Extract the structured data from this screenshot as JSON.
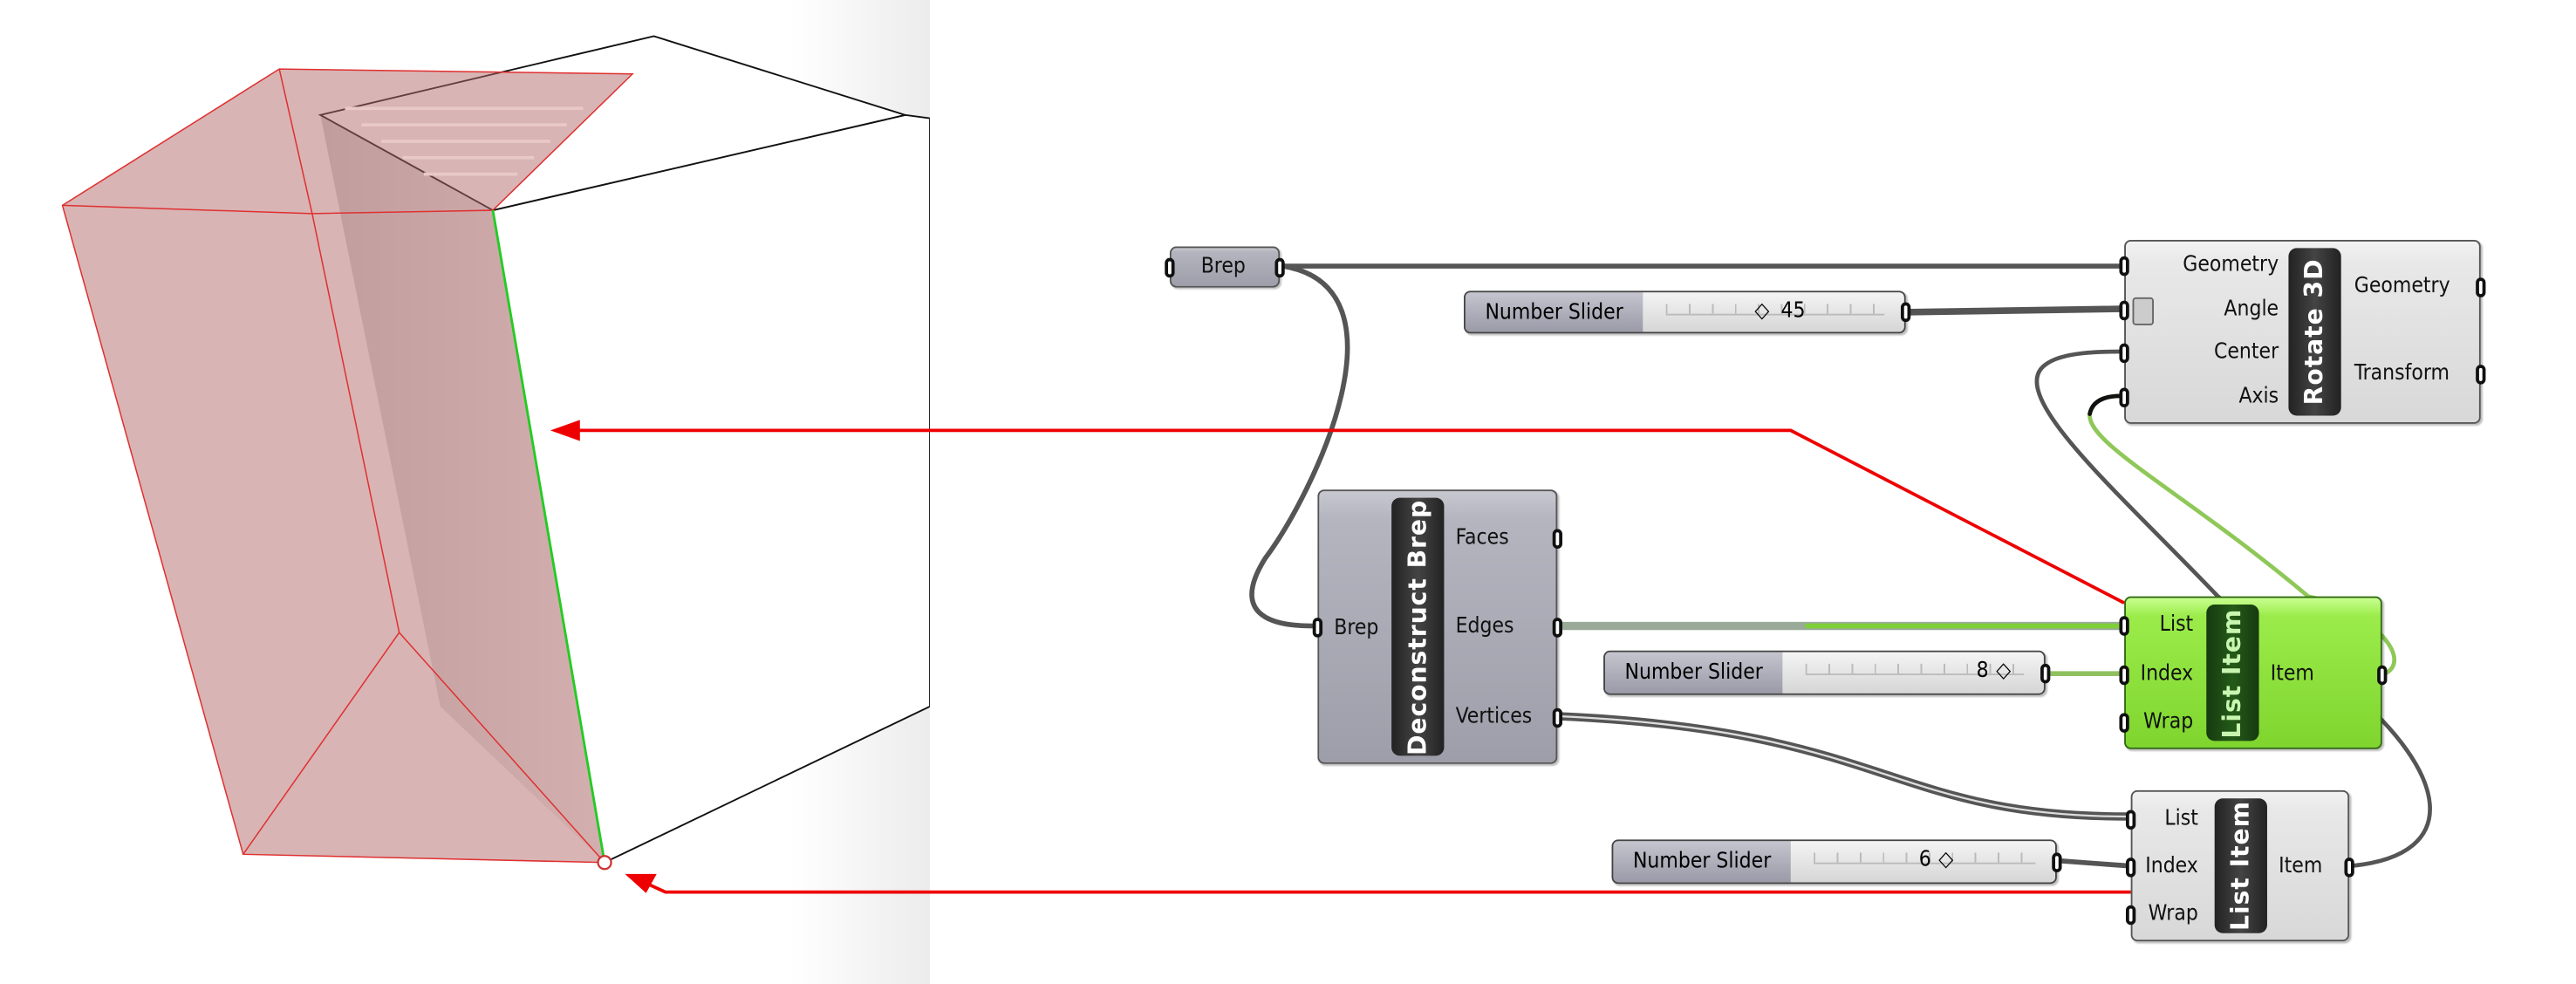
{
  "viewport": {
    "highlight_edge_color": "#22cc22",
    "rotated_box_color": "#b46a6a"
  },
  "canvas": {
    "brep_param": {
      "label": "Brep"
    },
    "slider_angle": {
      "label": "Number Slider",
      "value": "45",
      "fraction": 0.45
    },
    "rotate3d": {
      "title": "Rotate 3D",
      "inputs": [
        "Geometry",
        "Angle",
        "Center",
        "Axis"
      ],
      "outputs": [
        "Geometry",
        "Transform"
      ]
    },
    "deconstruct_brep": {
      "title": "Deconstruct Brep",
      "inputs": [
        "Brep"
      ],
      "outputs": [
        "Faces",
        "Edges",
        "Vertices"
      ]
    },
    "slider_edge_index": {
      "label": "Number Slider",
      "value": "8"
    },
    "list_item_edges": {
      "title": "List Item",
      "inputs": [
        "List",
        "Index",
        "Wrap"
      ],
      "outputs": [
        "Item"
      ],
      "color": "#8ee03c"
    },
    "slider_vertex_index": {
      "label": "Number Slider",
      "value": "6"
    },
    "list_item_vertices": {
      "title": "List Item",
      "inputs": [
        "List",
        "Index",
        "Wrap"
      ],
      "outputs": [
        "Item"
      ]
    }
  },
  "annotation_color": "#ee0000"
}
